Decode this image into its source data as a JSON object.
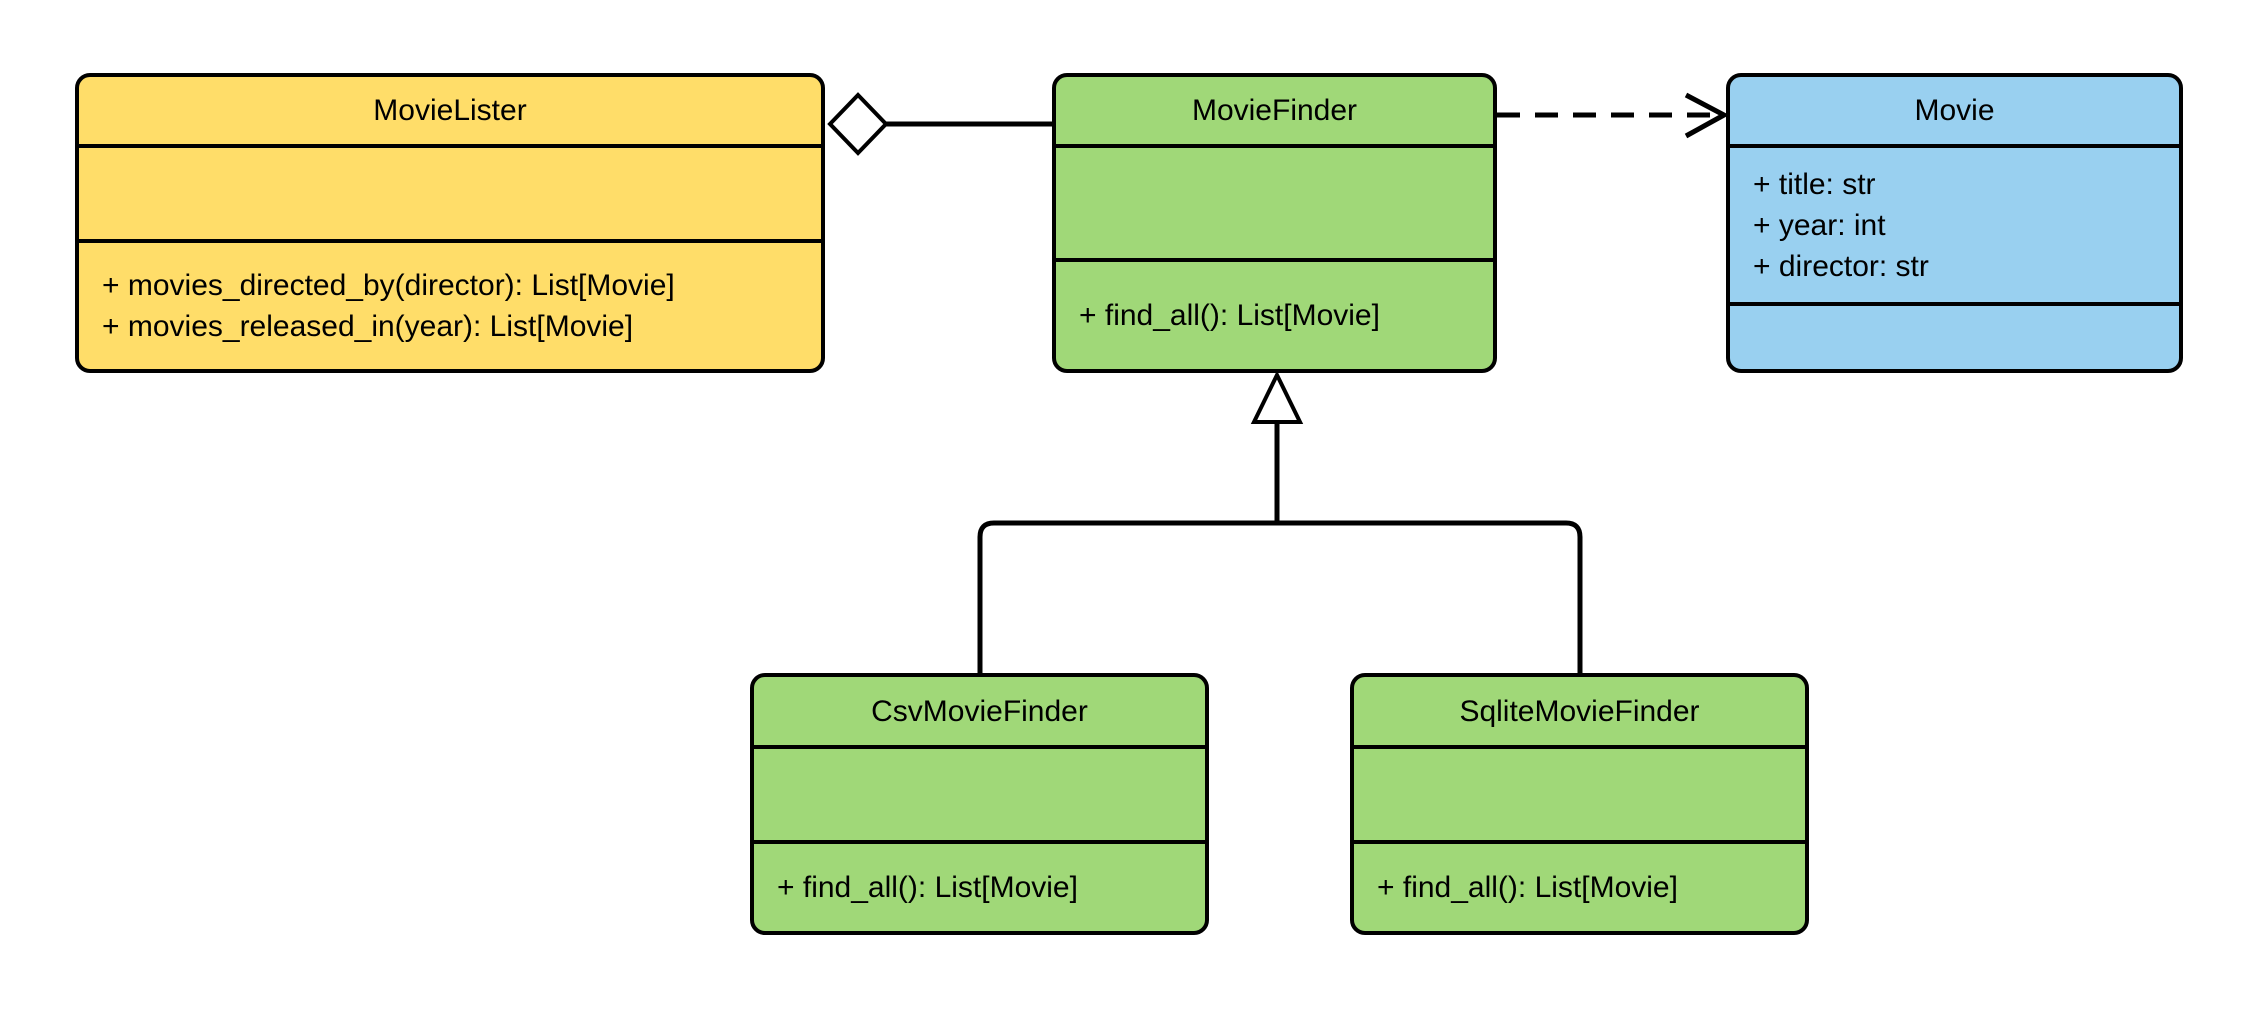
{
  "diagram": {
    "type": "uml-class-diagram",
    "background_color": "#FFFFFF",
    "stroke_color": "#000000",
    "classes": [
      {
        "title": "MovieLister",
        "fill": "#FFDD69",
        "attributes": [],
        "methods": [
          "+ movies_directed_by(director): List[Movie]",
          "+ movies_released_in(year): List[Movie]"
        ]
      },
      {
        "title": "MovieFinder",
        "fill": "#A0D878",
        "attributes": [],
        "methods": [
          "+ find_all(): List[Movie]"
        ]
      },
      {
        "title": "Movie",
        "fill": "#99D0F0",
        "attributes": [
          "+ title: str",
          "+ year: int",
          "+ director: str"
        ],
        "methods": []
      },
      {
        "title": "CsvMovieFinder",
        "fill": "#A0D878",
        "attributes": [],
        "methods": [
          "+ find_all(): List[Movie]"
        ]
      },
      {
        "title": "SqliteMovieFinder",
        "fill": "#A0D878",
        "attributes": [],
        "methods": [
          "+ find_all(): List[Movie]"
        ]
      }
    ],
    "relationships": [
      {
        "from": "MovieLister",
        "to": "MovieFinder",
        "type": "aggregation"
      },
      {
        "from": "MovieFinder",
        "to": "Movie",
        "type": "dependency"
      },
      {
        "from": "CsvMovieFinder",
        "to": "MovieFinder",
        "type": "inheritance"
      },
      {
        "from": "SqliteMovieFinder",
        "to": "MovieFinder",
        "type": "inheritance"
      }
    ]
  }
}
